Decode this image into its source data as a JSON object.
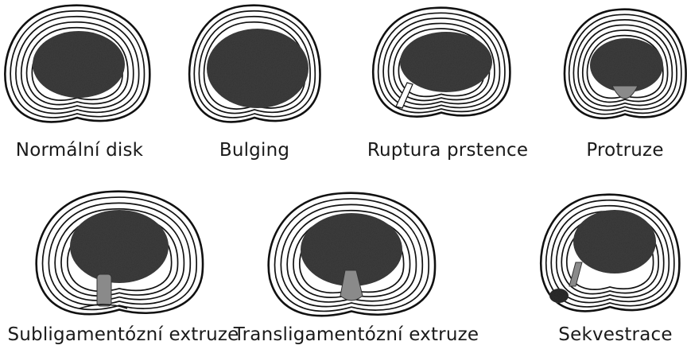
{
  "labels": {
    "normal": "Normální disk",
    "bulging": "Bulging",
    "rupture": "Ruptura prstence",
    "protrusion": "Protruze",
    "subligamentous": "Subligamentózní extruze",
    "transligamentous": "Transligamentózní extruze",
    "sequestration": "Sekvestrace"
  },
  "colors": {
    "background": "#ffffff",
    "annulus_line": "#111111",
    "nucleus": "#3d3d3d",
    "herniation": "#8a8a8a"
  }
}
